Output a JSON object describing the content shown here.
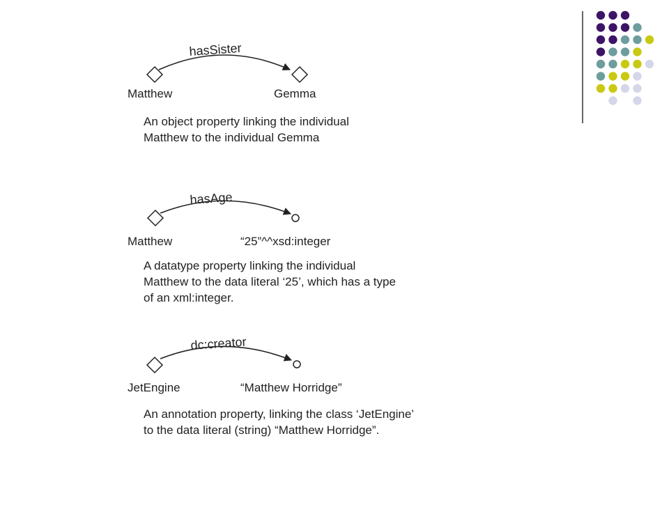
{
  "decoration": {
    "dot_colors": {
      "purple": "#3d1466",
      "teal": "#6e9d9d",
      "yellow": "#c9c914",
      "lavender": "#d6d6ea"
    },
    "dot_rows": [
      [
        "purple",
        "purple",
        "purple",
        null,
        null
      ],
      [
        "purple",
        "purple",
        "purple",
        "teal",
        null
      ],
      [
        "purple",
        "purple",
        "teal",
        "teal",
        "yellow"
      ],
      [
        "purple",
        "teal",
        "teal",
        "yellow",
        null
      ],
      [
        "teal",
        "teal",
        "yellow",
        "yellow",
        "lavender"
      ],
      [
        "teal",
        "yellow",
        "yellow",
        "lavender",
        null
      ],
      [
        "yellow",
        "yellow",
        "lavender",
        "lavender",
        null
      ],
      [
        null,
        "lavender",
        null,
        "lavender",
        null
      ]
    ],
    "divider_color": "#333333"
  },
  "diagrams": [
    {
      "property": "hasSister",
      "subject": "Matthew",
      "object": "Gemma",
      "object_shape": "diamond",
      "caption_lines": [
        "An object property linking the individual",
        "Matthew to the individual Gemma"
      ]
    },
    {
      "property": "hasAge",
      "subject": "Matthew",
      "object": "“25”^^xsd:integer",
      "object_shape": "circle",
      "caption_lines": [
        "A datatype property linking the individual",
        "Matthew to the data literal ‘25’, which has a type",
        "of an xml:integer."
      ]
    },
    {
      "property": "dc:creator",
      "subject": "JetEngine",
      "object": "“Matthew Horridge”",
      "object_shape": "circle",
      "caption_lines": [
        "An annotation property, linking the class ‘JetEngine’",
        "to the data literal (string) “Matthew Horridge”."
      ]
    }
  ]
}
